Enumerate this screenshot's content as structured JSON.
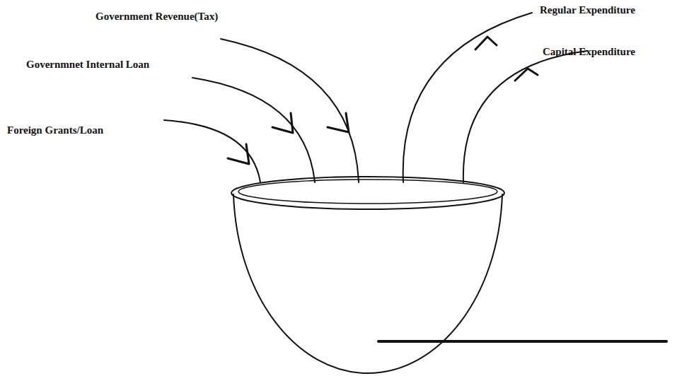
{
  "diagram": {
    "labels": [
      "Government Revenue(Tax)",
      "Regular Expenditure",
      "Governmnet Internal Loan",
      "Capital Expenditure",
      "Foreign Grants/Loan"
    ]
  }
}
